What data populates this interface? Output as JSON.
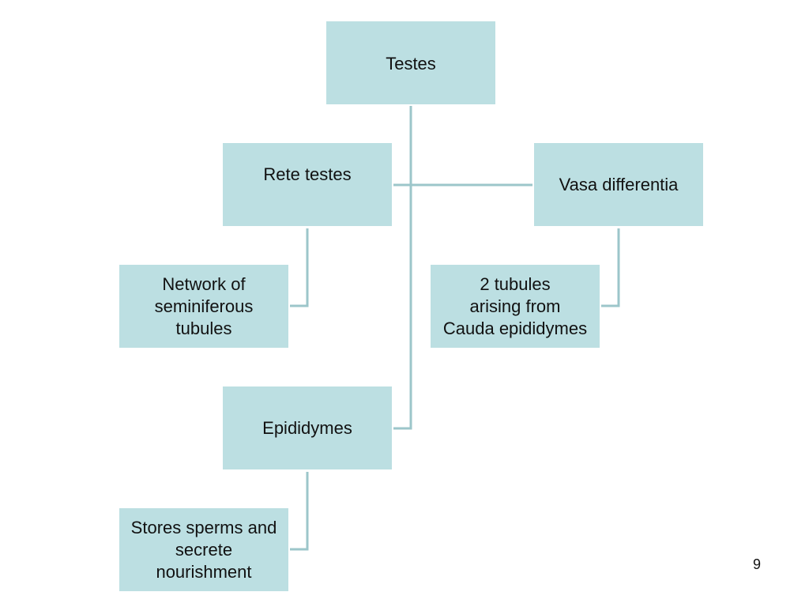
{
  "diagram": {
    "nodes": {
      "testes": "Testes",
      "rete_testes": "Rete testes",
      "vasa_differentia": "Vasa differentia",
      "network": "Network of\nseminiferous\ntubules",
      "tubules": "2 tubules\narising from\nCauda epididymes",
      "epididymes": "Epididymes",
      "stores": "Stores sperms and\nsecrete\nnourishment"
    },
    "colors": {
      "node_fill": "#bcdfe2",
      "connector": "#9cc6ca"
    }
  },
  "slide": {
    "page_number": "9"
  }
}
